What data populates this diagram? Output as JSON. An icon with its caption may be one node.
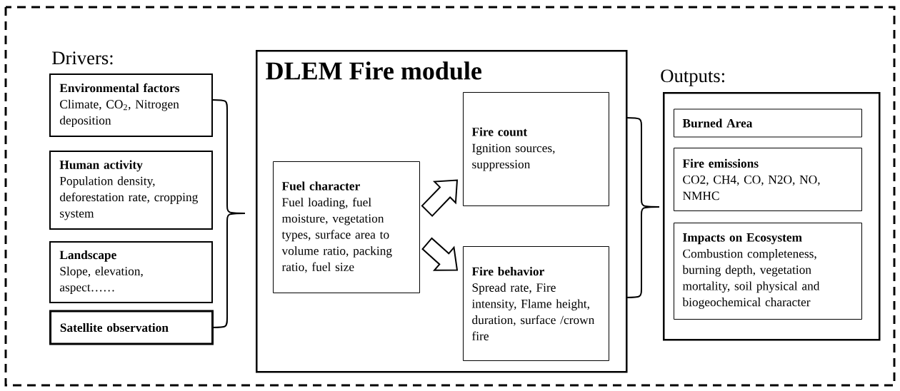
{
  "diagram": {
    "nodes": [
      {
        "text": [
          "Environmental factors",
          "Climate, CO$_{2}$, Nitrogen deposition"
        ]
      },
      {
        "text": [
          "Human activity",
          "Population density, deforestation rate, cropping system"
        ]
      },
      {
        "text": [
          "Landscape",
          "Slope, elevation, aspect……"
        ]
      },
      {
        "text": [
          "Satellite observation"
        ]
      },
      {
        "text": [
          "DLEM Fire module"
        ]
      },
      {
        "text": [
          "Fuel character",
          "Fuel loading, fuel moisture, vegetation types, surface area to volume ratio, packing ratio, fuel size"
        ],
        "in": 4
      },
      {
        "text": [
          "Fire count",
          "Ignition sources, suppression"
        ],
        "in": 4
      },
      {
        "text": [
          "Fire behavior",
          "Spread rate, Fire intensity,  Flame height, duration, surface /crown fire"
        ],
        "in": 4
      },
      {
        "text": [
          "Outputs:"
        ]
      },
      {
        "text": [
          "Burned Area"
        ],
        "in": 8
      },
      {
        "text": [
          "Fire emissions",
          "CO2, CH4, CO, N2O, NO, NMHC"
        ],
        "in": 8
      },
      {
        "text": [
          "Impacts on Ecosystem",
          "Combustion completeness, burning depth, vegetation mortality, soil physical and biogeochemical character"
        ],
        "in": 8
      }
    ],
    "edges": [
      {
        "from": 5,
        "to": 6,
        "arrow": "to"
      },
      {
        "from": 5,
        "to": 7,
        "arrow": "to"
      }
    ],
    "labels": [
      "Drivers:"
    ]
  }
}
